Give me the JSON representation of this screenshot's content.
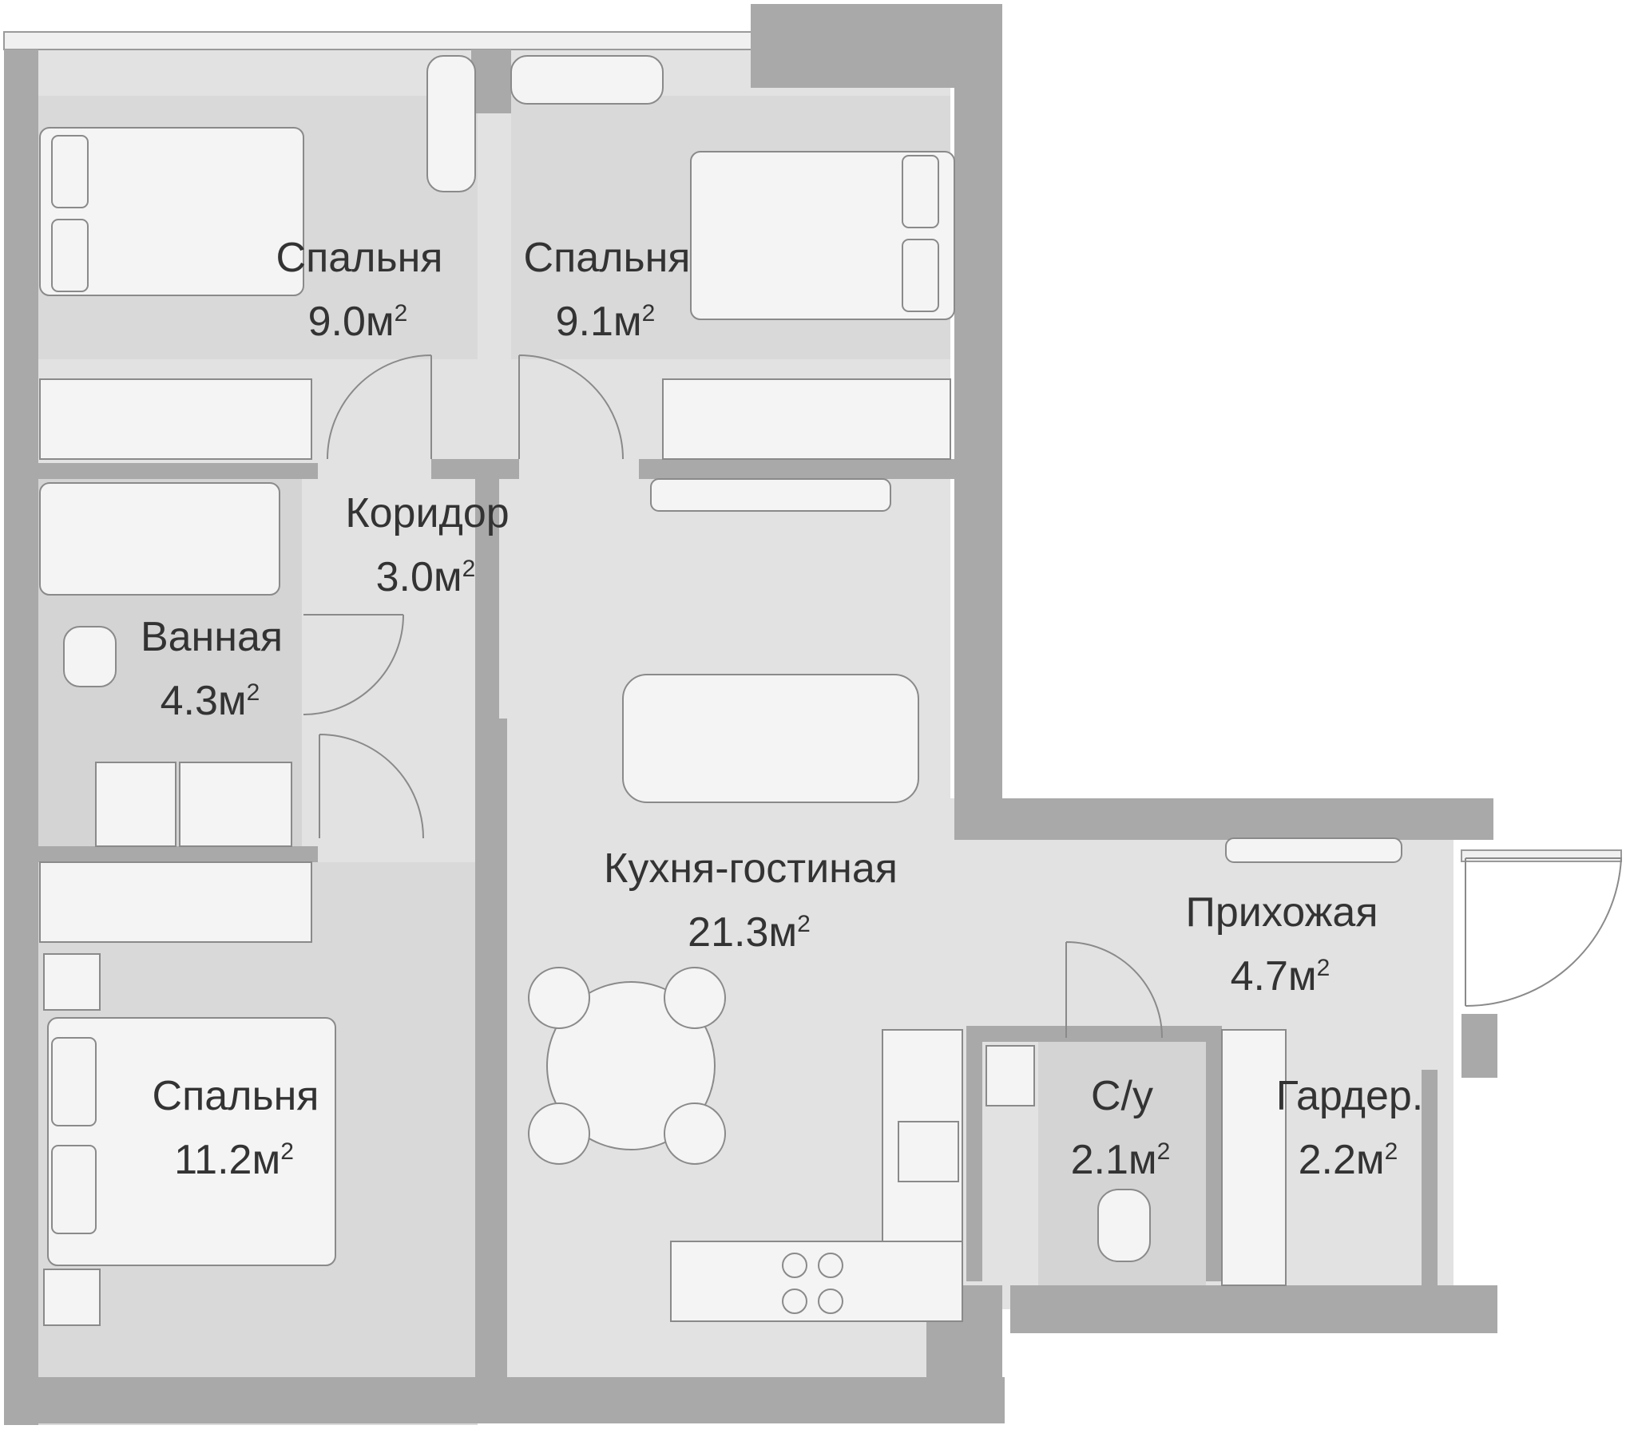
{
  "plan": {
    "rooms": [
      {
        "id": "bedroom-1",
        "name": "Спальня",
        "area": "9.0м",
        "unit_sup": "2"
      },
      {
        "id": "bedroom-2",
        "name": "Спальня",
        "area": "9.1м",
        "unit_sup": "2"
      },
      {
        "id": "corridor",
        "name": "Коридор",
        "area": "3.0м",
        "unit_sup": "2"
      },
      {
        "id": "bathroom",
        "name": "Ванная",
        "area": "4.3м",
        "unit_sup": "2"
      },
      {
        "id": "kitchen-living",
        "name": "Кухня-гостиная",
        "area": "21.3м",
        "unit_sup": "2"
      },
      {
        "id": "hallway",
        "name": "Прихожая",
        "area": "4.7м",
        "unit_sup": "2"
      },
      {
        "id": "wc",
        "name": "С/у",
        "area": "2.1м",
        "unit_sup": "2"
      },
      {
        "id": "wardrobe",
        "name": "Гардер.",
        "area": "2.2м",
        "unit_sup": "2"
      },
      {
        "id": "bedroom-3",
        "name": "Спальня",
        "area": "11.2м",
        "unit_sup": "2"
      }
    ],
    "colors": {
      "wall": "#a9a9a9",
      "floor": "#e3e3e3",
      "floor_dark": "#d6d6d6",
      "furniture_fill": "#f4f4f4",
      "line": "#8a8a8a",
      "text": "#333333"
    }
  }
}
